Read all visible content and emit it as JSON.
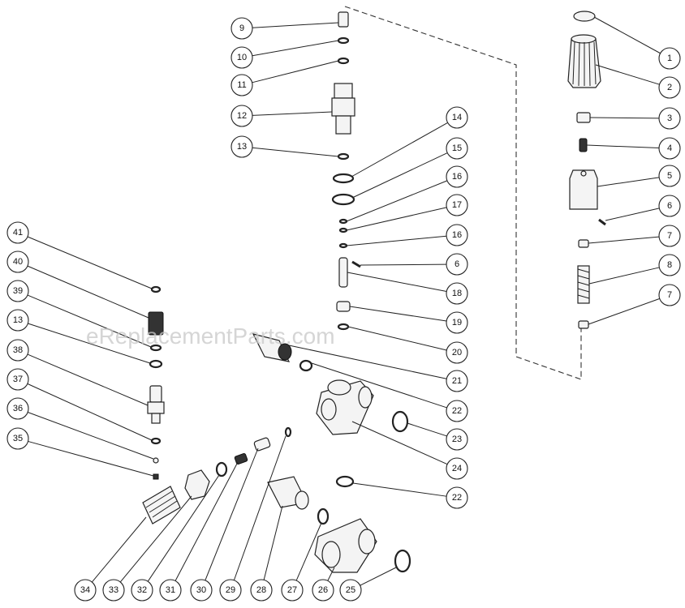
{
  "watermark": "eReplacementParts.com",
  "callouts": [
    {
      "id": "c9",
      "label": "9"
    },
    {
      "id": "c10",
      "label": "10"
    },
    {
      "id": "c11",
      "label": "11"
    },
    {
      "id": "c12",
      "label": "12"
    },
    {
      "id": "c13a",
      "label": "13"
    },
    {
      "id": "c14",
      "label": "14"
    },
    {
      "id": "c15",
      "label": "15"
    },
    {
      "id": "c16a",
      "label": "16"
    },
    {
      "id": "c17",
      "label": "17"
    },
    {
      "id": "c16b",
      "label": "16"
    },
    {
      "id": "c6b",
      "label": "6"
    },
    {
      "id": "c18",
      "label": "18"
    },
    {
      "id": "c19",
      "label": "19"
    },
    {
      "id": "c20",
      "label": "20"
    },
    {
      "id": "c21",
      "label": "21"
    },
    {
      "id": "c22a",
      "label": "22"
    },
    {
      "id": "c23",
      "label": "23"
    },
    {
      "id": "c24",
      "label": "24"
    },
    {
      "id": "c22b",
      "label": "22"
    },
    {
      "id": "c1",
      "label": "1"
    },
    {
      "id": "c2",
      "label": "2"
    },
    {
      "id": "c3",
      "label": "3"
    },
    {
      "id": "c4",
      "label": "4"
    },
    {
      "id": "c5",
      "label": "5"
    },
    {
      "id": "c6a",
      "label": "6"
    },
    {
      "id": "c7a",
      "label": "7"
    },
    {
      "id": "c8",
      "label": "8"
    },
    {
      "id": "c7b",
      "label": "7"
    },
    {
      "id": "c41",
      "label": "41"
    },
    {
      "id": "c40",
      "label": "40"
    },
    {
      "id": "c39",
      "label": "39"
    },
    {
      "id": "c13b",
      "label": "13"
    },
    {
      "id": "c38",
      "label": "38"
    },
    {
      "id": "c37",
      "label": "37"
    },
    {
      "id": "c36",
      "label": "36"
    },
    {
      "id": "c35",
      "label": "35"
    },
    {
      "id": "c34",
      "label": "34"
    },
    {
      "id": "c33",
      "label": "33"
    },
    {
      "id": "c32",
      "label": "32"
    },
    {
      "id": "c31",
      "label": "31"
    },
    {
      "id": "c30",
      "label": "30"
    },
    {
      "id": "c29",
      "label": "29"
    },
    {
      "id": "c28",
      "label": "28"
    },
    {
      "id": "c27",
      "label": "27"
    },
    {
      "id": "c26",
      "label": "26"
    },
    {
      "id": "c25",
      "label": "25"
    }
  ]
}
